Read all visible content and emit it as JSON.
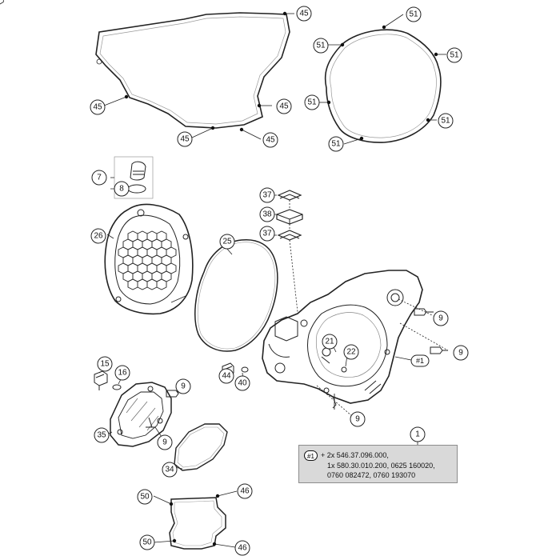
{
  "callouts": {
    "c45a": "45",
    "c45b": "45",
    "c45c": "45",
    "c45d": "45",
    "c45e": "45",
    "c51a": "51",
    "c51b": "51",
    "c51c": "51",
    "c51d": "51",
    "c51e": "51",
    "c51f": "51",
    "c7": "7",
    "c8": "8",
    "c26": "26",
    "c25": "25",
    "c37a": "37",
    "c38": "38",
    "c37b": "37",
    "c9a": "9",
    "c9b": "9",
    "c9c": "9",
    "c9d": "9",
    "c9e": "9",
    "c21": "21",
    "c22": "22",
    "c1tag": "#1",
    "c15": "15",
    "c16": "16",
    "c44": "44",
    "c40": "40",
    "c35": "35",
    "c34": "34",
    "c1": "1",
    "c50a": "50",
    "c50b": "50",
    "c46a": "46",
    "c46b": "46"
  },
  "note": {
    "tag": "#1",
    "line1": "+ 2x 546.37.096.000,",
    "line2": "1x 580.30.010.200, 0625 160020,",
    "line3": "0760 082472, 0760 193070"
  }
}
